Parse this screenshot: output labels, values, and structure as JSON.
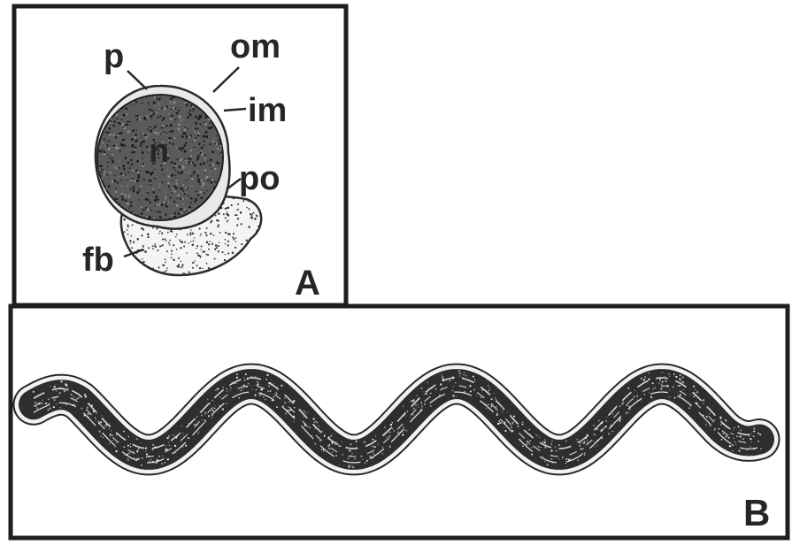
{
  "panel_a": {
    "panel_label": "A",
    "labels": {
      "p": "p",
      "om": "om",
      "im": "im",
      "n": "n",
      "po": "po",
      "fb": "fb"
    }
  },
  "panel_b": {
    "panel_label": "B"
  },
  "colors": {
    "ink": "#1e1e1e",
    "background": "#ffffff"
  }
}
